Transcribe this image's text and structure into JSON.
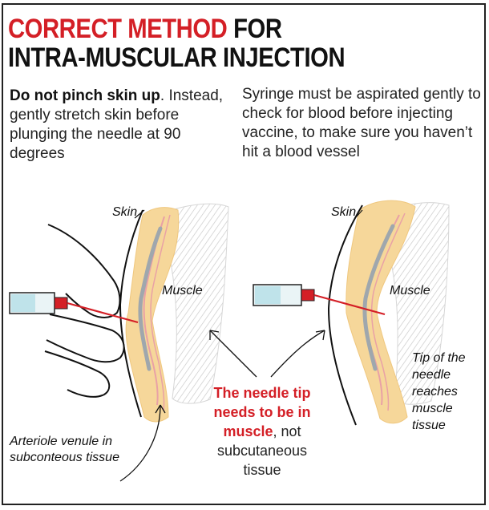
{
  "title": {
    "line1_red": "CORRECT METHOD",
    "line1_black": " FOR",
    "line2": "INTRA-MUSCULAR INJECTION"
  },
  "left_note": {
    "bold": "Do not pinch skin up",
    "rest": ". Instead, gently stretch skin before plunging the needle at 90 degrees"
  },
  "right_note": "Syringe must be aspirated gently to check for blood before injecting vaccine, to make sure you haven’t hit a blood vessel",
  "labels": {
    "skin_left": "Skin",
    "skin_right": "Skin",
    "muscle_left": "Muscle",
    "muscle_right": "Muscle",
    "tip_reaches": "Tip of the needle reaches muscle tissue",
    "arteriole": "Arteriole venule in subconteous tissue"
  },
  "center_note": {
    "red": "The needle tip needs to be in muscle",
    "rest": ", not subcutaneous tissue"
  },
  "colors": {
    "accent_red": "#d41f26",
    "subcutaneous_tissue": "#f6d79a",
    "vessel": "#e9a1a6",
    "nerve": "#9fa7ad",
    "needle": "#d41f26"
  }
}
